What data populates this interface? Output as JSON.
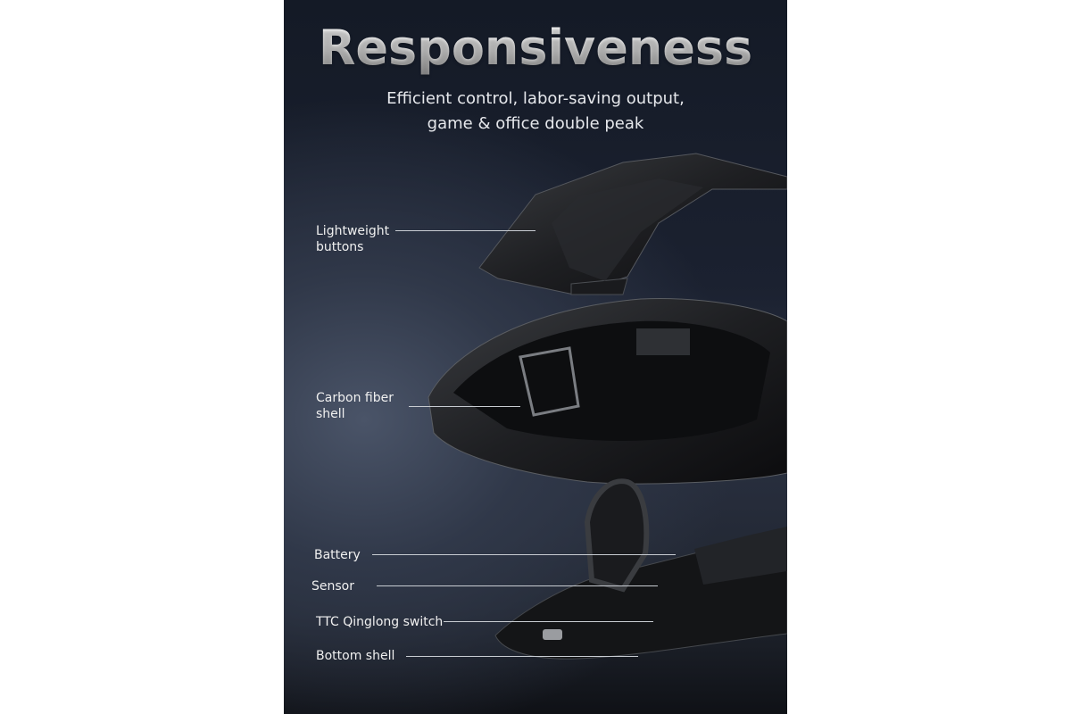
{
  "title": "Responsiveness",
  "subtitle": {
    "line1": "Efficient control, labor-saving output,",
    "line2": "game & office double peak"
  },
  "labels": {
    "buttons": {
      "line1": "Lightweight",
      "line2": "buttons"
    },
    "shell": {
      "line1": "Carbon fiber",
      "line2": "shell"
    },
    "battery": "Battery",
    "sensor": "Sensor",
    "switch": "TTC Qinglong switch",
    "bottom": "Bottom shell"
  }
}
